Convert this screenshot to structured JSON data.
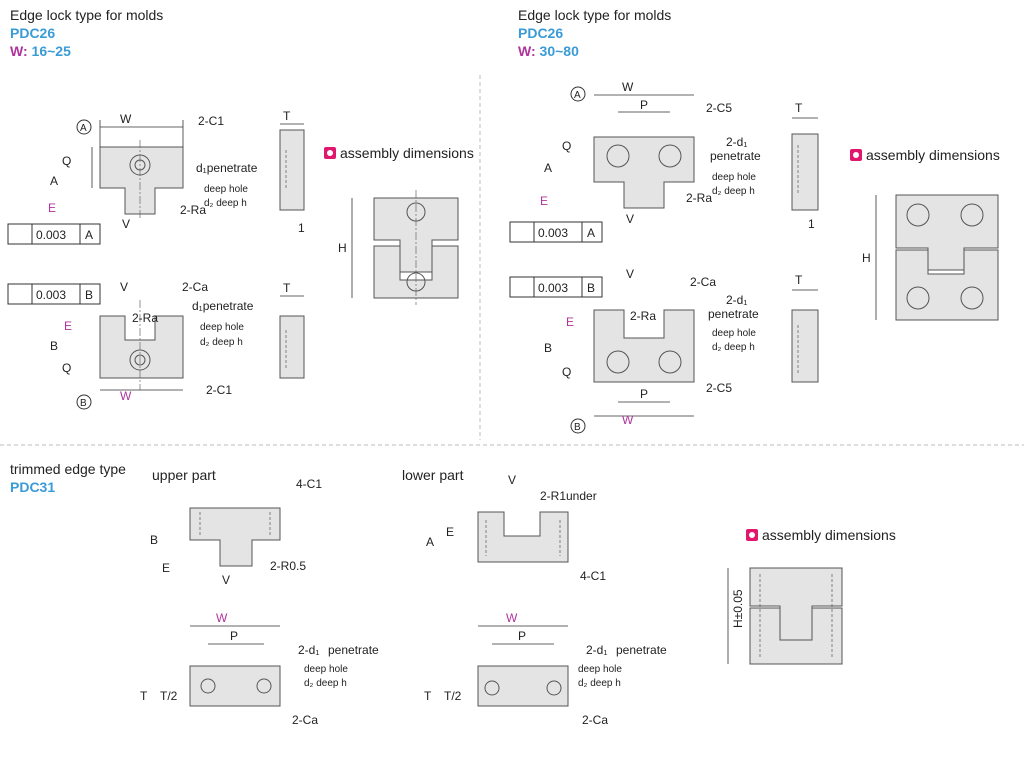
{
  "sections": {
    "left": {
      "title": "Edge lock type for molds",
      "code": "PDC26",
      "w_label": "W",
      "w_value": "16~25",
      "assembly": "assembly dimensions"
    },
    "right": {
      "title": "Edge lock type for molds",
      "code": "PDC26",
      "w_label": "W",
      "w_value": "30~80",
      "assembly": "assembly dimensions"
    },
    "bottom": {
      "title": "trimmed edge type",
      "code": "PDC31",
      "upper": "upper part",
      "lower": "lower part",
      "assembly": "assembly dimensions"
    }
  },
  "labels": {
    "W": "W",
    "V": "V",
    "A": "A",
    "B": "B",
    "Q": "Q",
    "E": "E",
    "T": "T",
    "H": "H",
    "P": "P",
    "c1": "2-C1",
    "c5": "2-C5",
    "ca": "2-Ca",
    "ra": "2-Ra",
    "d1pen": "d₁penetrate",
    "d1pen2": "2-d₁",
    "penetrate": "penetrate",
    "deephole": "deep hole",
    "d2deep": "d₂ deep h",
    "tol_a": "0.003",
    "datum_a": "A",
    "datum_b": "B",
    "one": "1",
    "c1_4": "4-C1",
    "r05": "2-R0.5",
    "r1under": "2-R1under",
    "t2": "T/2",
    "hpm": "H±0.05",
    "circA": "A",
    "circB": "B"
  },
  "colors": {
    "accent": "#3a9bd6",
    "magenta": "#b0349c",
    "marker": "#e0176d",
    "part": "#e4e4e4"
  }
}
